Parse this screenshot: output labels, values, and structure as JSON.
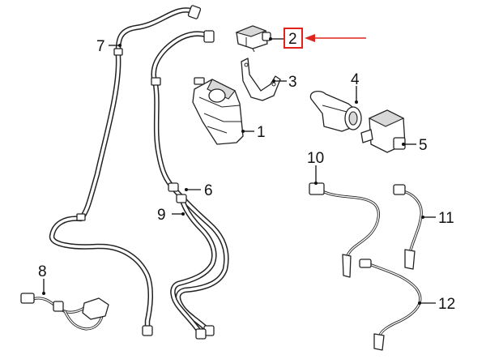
{
  "callouts": {
    "c1": "1",
    "c2": "2",
    "c3": "3",
    "c4": "4",
    "c5": "5",
    "c6": "6",
    "c7": "7",
    "c8": "8",
    "c9": "9",
    "c10": "10",
    "c11": "11",
    "c12": "12"
  },
  "highlighted_callout": "2",
  "colors": {
    "highlight": "#e0241b",
    "line": "#222222",
    "background": "#ffffff"
  }
}
